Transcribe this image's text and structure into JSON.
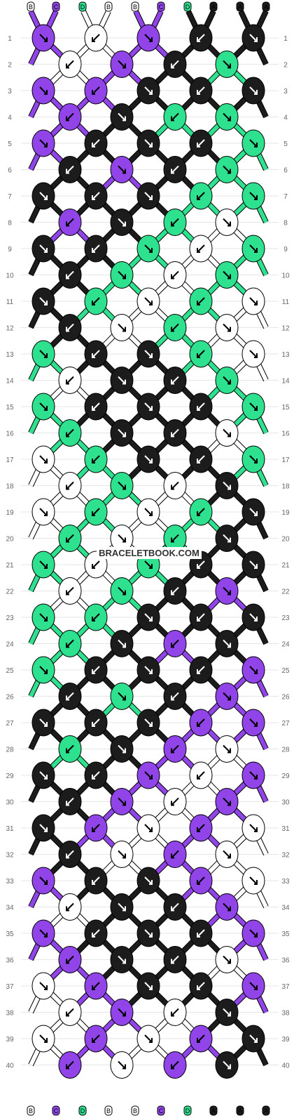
{
  "colors": {
    "A": "#1c1c1c",
    "B": "#ffffff",
    "C": "#9144e8",
    "D": "#2ee18f"
  },
  "strand_labels_top": [
    "B",
    "C",
    "D",
    "B",
    "B",
    "C",
    "D",
    "A",
    "A",
    "A"
  ],
  "strand_labels_bottom": [
    "B",
    "C",
    "D",
    "B",
    "B",
    "C",
    "D",
    "A",
    "A",
    "A"
  ],
  "rows": [
    "1",
    "2",
    "3",
    "4",
    "5",
    "6",
    "7",
    "8",
    "9",
    "10",
    "11",
    "12",
    "13",
    "14",
    "15",
    "16",
    "17",
    "18",
    "19",
    "20",
    "21",
    "22",
    "23",
    "24",
    "25",
    "26",
    "27",
    "28",
    "29",
    "30",
    "31",
    "32",
    "33",
    "34",
    "35",
    "36",
    "37",
    "38",
    "39",
    "40"
  ],
  "knot_rows": [
    [
      "C",
      "B",
      "C",
      "A",
      "A"
    ],
    [
      "B",
      "C",
      "A",
      "D"
    ],
    [
      "C",
      "C",
      "A",
      "A",
      "A"
    ],
    [
      "C",
      "A",
      "D",
      "D"
    ],
    [
      "C",
      "A",
      "A",
      "A",
      "D"
    ],
    [
      "A",
      "C",
      "A",
      "D"
    ],
    [
      "A",
      "A",
      "A",
      "D",
      "D"
    ],
    [
      "C",
      "A",
      "D",
      "B"
    ],
    [
      "A",
      "A",
      "D",
      "B",
      "D"
    ],
    [
      "A",
      "D",
      "B",
      "D"
    ],
    [
      "A",
      "D",
      "B",
      "D",
      "B"
    ],
    [
      "A",
      "B",
      "D",
      "B"
    ],
    [
      "D",
      "A",
      "A",
      "D",
      "B"
    ],
    [
      "B",
      "A",
      "A",
      "D"
    ],
    [
      "D",
      "A",
      "A",
      "A",
      "D"
    ],
    [
      "D",
      "A",
      "A",
      "B"
    ],
    [
      "B",
      "D",
      "A",
      "A",
      "D"
    ],
    [
      "B",
      "D",
      "B",
      "A"
    ],
    [
      "B",
      "D",
      "B",
      "D",
      "A"
    ],
    [
      "D",
      "B",
      "D",
      "A"
    ],
    [
      "D",
      "B",
      "D",
      "A",
      "A"
    ],
    [
      "B",
      "D",
      "A",
      "C"
    ],
    [
      "D",
      "D",
      "A",
      "A",
      "A"
    ],
    [
      "D",
      "A",
      "C",
      "A"
    ],
    [
      "D",
      "A",
      "A",
      "A",
      "C"
    ],
    [
      "A",
      "D",
      "A",
      "C"
    ],
    [
      "A",
      "A",
      "A",
      "C",
      "C"
    ],
    [
      "D",
      "A",
      "C",
      "B"
    ],
    [
      "A",
      "A",
      "C",
      "B",
      "C"
    ],
    [
      "A",
      "C",
      "B",
      "C"
    ],
    [
      "A",
      "C",
      "B",
      "C",
      "B"
    ],
    [
      "A",
      "B",
      "C",
      "B"
    ],
    [
      "C",
      "A",
      "A",
      "C",
      "B"
    ],
    [
      "B",
      "A",
      "A",
      "C"
    ],
    [
      "C",
      "A",
      "A",
      "A",
      "C"
    ],
    [
      "C",
      "A",
      "A",
      "B"
    ],
    [
      "B",
      "C",
      "A",
      "A",
      "C"
    ],
    [
      "B",
      "C",
      "B",
      "A"
    ],
    [
      "B",
      "C",
      "B",
      "C",
      "A"
    ],
    [
      "C",
      "B",
      "C",
      "A"
    ]
  ],
  "watermark": "BRACELETBOOK.COM"
}
